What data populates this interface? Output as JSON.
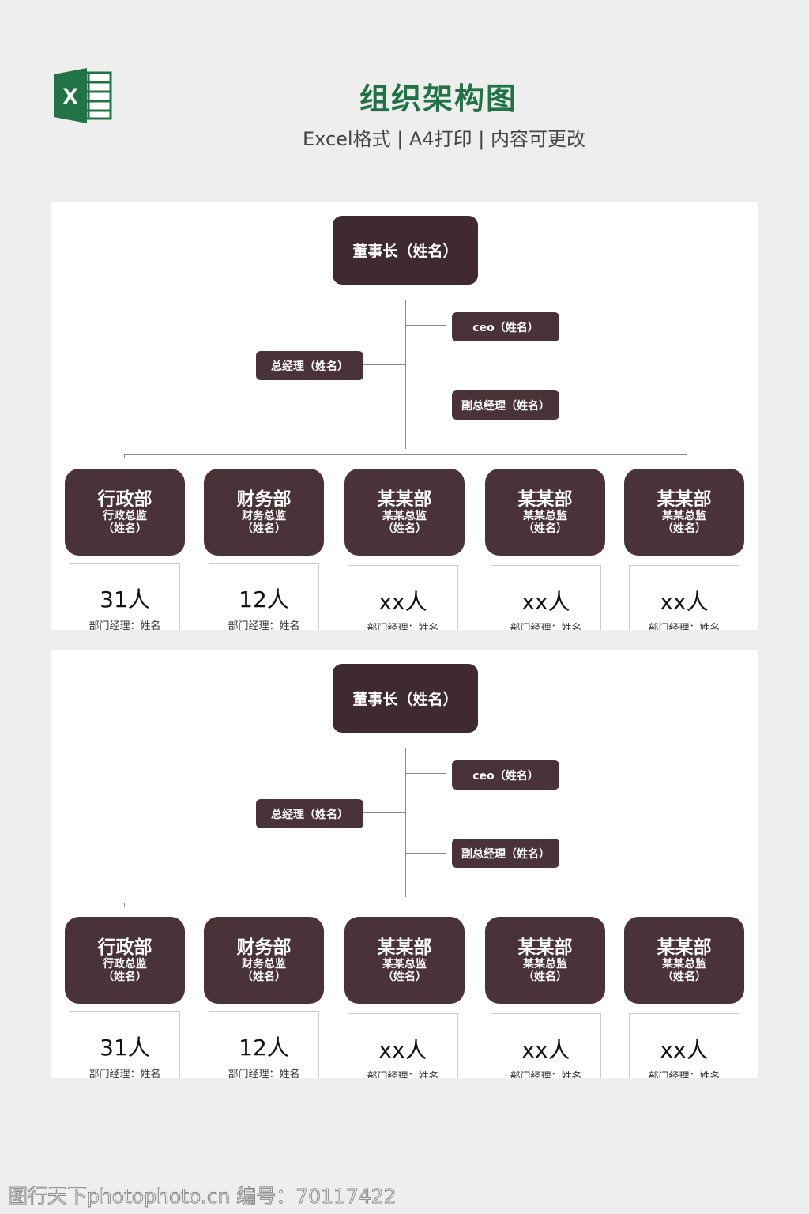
{
  "header": {
    "title": "组织架构图",
    "subtitle": "Excel格式 | A4打印 | 内容可更改",
    "logo_letter": "X"
  },
  "colors": {
    "box": "#4a3239",
    "accent": "#217346"
  },
  "panels": [
    {
      "chairman": "董事长（姓名）",
      "ceo": "ceo（姓名）",
      "gm": "总经理（姓名）",
      "vgm": "副总经理（姓名）",
      "depts": [
        {
          "name": "行政部",
          "director": "行政总监",
          "person": "（姓名）",
          "count": "31人",
          "manager": "部门经理：姓名"
        },
        {
          "name": "财务部",
          "director": "财务总监",
          "person": "（姓名）",
          "count": "12人",
          "manager": "部门经理：姓名"
        },
        {
          "name": "某某部",
          "director": "某某总监",
          "person": "（姓名）",
          "count": "xx人",
          "manager": "部门经理：姓名"
        },
        {
          "name": "某某部",
          "director": "某某总监",
          "person": "（姓名）",
          "count": "xx人",
          "manager": "部门经理：姓名"
        },
        {
          "name": "某某部",
          "director": "某某总监",
          "person": "（姓名）",
          "count": "xx人",
          "manager": "部门经理：姓名"
        }
      ]
    },
    {
      "chairman": "董事长（姓名）",
      "ceo": "ceo（姓名）",
      "gm": "总经理（姓名）",
      "vgm": "副总经理（姓名）",
      "depts": [
        {
          "name": "行政部",
          "director": "行政总监",
          "person": "（姓名）",
          "count": "31人",
          "manager": "部门经理：姓名"
        },
        {
          "name": "财务部",
          "director": "财务总监",
          "person": "（姓名）",
          "count": "12人",
          "manager": "部门经理：姓名"
        },
        {
          "name": "某某部",
          "director": "某某总监",
          "person": "（姓名）",
          "count": "xx人",
          "manager": "部门经理：姓名"
        },
        {
          "name": "某某部",
          "director": "某某总监",
          "person": "（姓名）",
          "count": "xx人",
          "manager": "部门经理：姓名"
        },
        {
          "name": "某某部",
          "director": "某某总监",
          "person": "（姓名）",
          "count": "xx人",
          "manager": "部门经理：姓名"
        }
      ]
    }
  ],
  "watermark": "图行天下photophoto.cn 编号：70117422"
}
